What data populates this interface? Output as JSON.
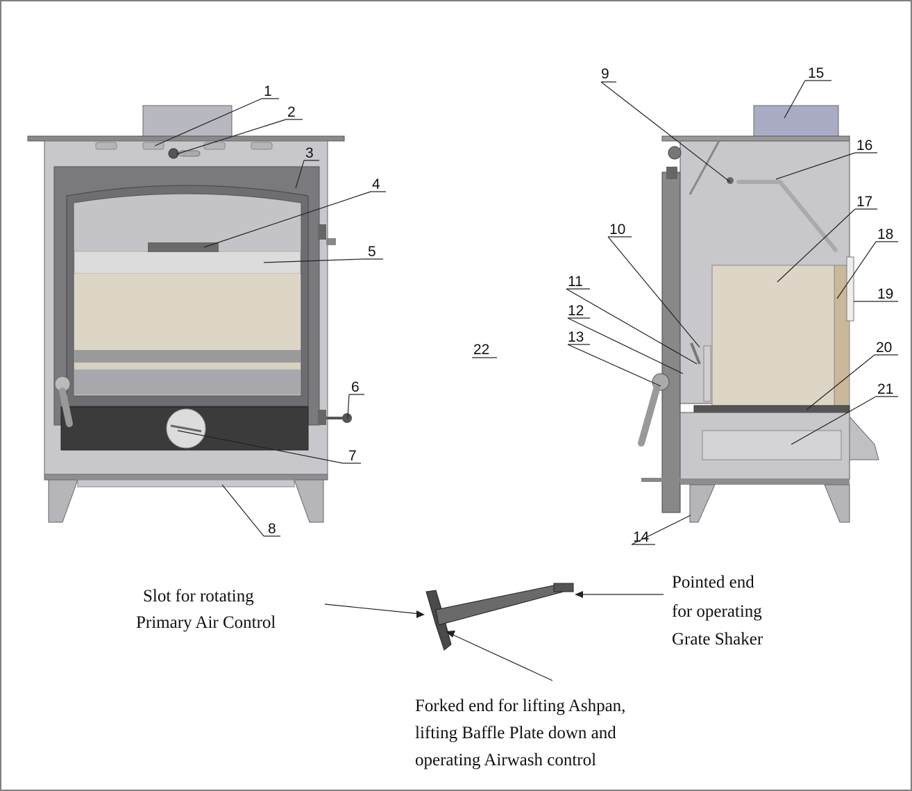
{
  "diagram": {
    "part_numbers": [
      "1",
      "2",
      "3",
      "4",
      "5",
      "6",
      "7",
      "8",
      "9",
      "10",
      "11",
      "12",
      "13",
      "14",
      "15",
      "16",
      "17",
      "18",
      "19",
      "20",
      "21",
      "22"
    ],
    "captions": {
      "slot": [
        "Slot for rotating",
        "Primary Air Control"
      ],
      "pointed": [
        "Pointed end",
        "for operating",
        "Grate Shaker"
      ],
      "forked": [
        "Forked end for lifting Ashpan,",
        "lifting Baffle Plate down and",
        "operating Airwash control"
      ]
    }
  }
}
